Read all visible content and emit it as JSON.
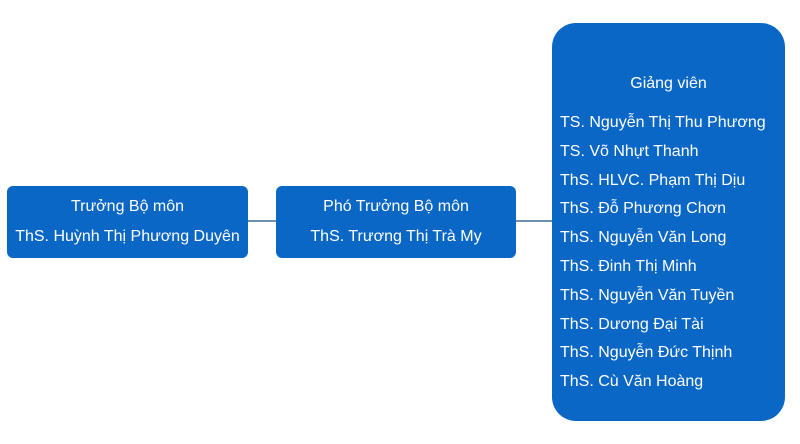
{
  "head": {
    "role": "Trưởng Bộ môn",
    "name": "ThS. Huỳnh Thị Phương Duyên"
  },
  "deputy": {
    "role": "Phó Trưởng Bộ môn",
    "name": "ThS. Trương Thị Trà My"
  },
  "lecturers": {
    "title": "Giảng viên",
    "members": [
      "TS. Nguyễn Thị Thu Phương",
      "TS. Võ Nhựt Thanh",
      "ThS. HLVC. Phạm Thị Dịu",
      "ThS. Đỗ Phương Chơn",
      "ThS. Nguyễn Văn Long",
      "ThS. Đinh Thị Minh",
      "ThS. Nguyễn Văn Tuyền",
      "ThS. Dương Đại Tài",
      "ThS. Nguyễn Đức Thịnh",
      "ThS. Cù Văn Hoàng"
    ]
  },
  "colors": {
    "node_fill": "#0b67c6",
    "connector": "#6f8fae",
    "text": "#ffffff"
  }
}
